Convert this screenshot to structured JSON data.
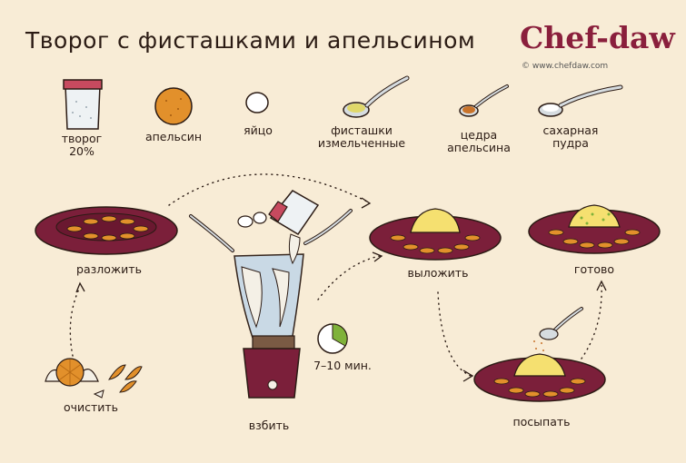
{
  "header": {
    "title": "Творог с фисташками и апельсином",
    "brand": "Chef-daw",
    "website": "© www.chefdaw.com"
  },
  "ingredients": [
    {
      "icon": "cottage-cheese-cup-icon",
      "label": "творог",
      "sub": "20%"
    },
    {
      "icon": "orange-icon",
      "label": "апельсин"
    },
    {
      "icon": "egg-icon",
      "label": "яйцо"
    },
    {
      "icon": "spoon-pistachios-icon",
      "label": "фисташки",
      "sub": "измельченные"
    },
    {
      "icon": "spoon-zest-icon",
      "label": "цедра",
      "sub": "апельсина"
    },
    {
      "icon": "spoon-sugar-icon",
      "label": "сахарная",
      "sub": "пудра"
    }
  ],
  "steps": {
    "peel": "очистить",
    "arrange": "разложить",
    "blend": "взбить",
    "time": "7–10 мин.",
    "place": "выложить",
    "sprinkle": "посыпать",
    "done": "готово"
  },
  "colors": {
    "plate": "#7b1f3a",
    "orange": "#e2902b",
    "pistachio": "#7fb23a",
    "cream": "#f5e070"
  }
}
